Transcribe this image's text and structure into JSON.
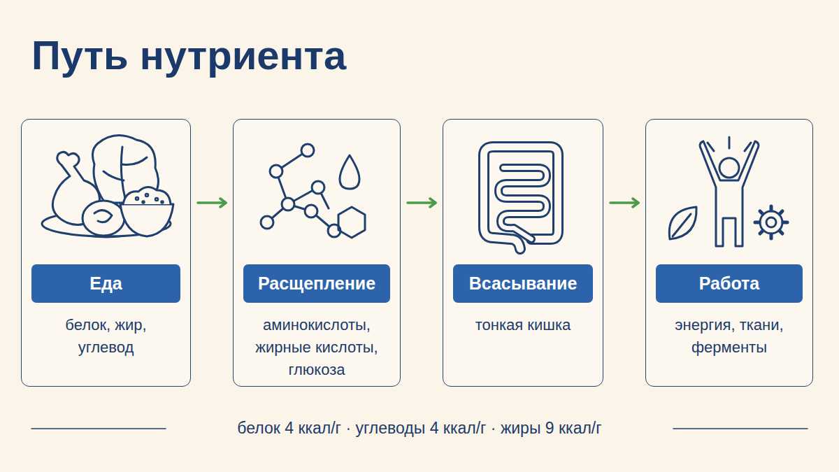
{
  "diagram": {
    "title": "Путь нутриента",
    "nodes": [
      {
        "text": [
          "Еда",
          "белок, жир, углевод"
        ]
      },
      {
        "text": [
          "Расщепление",
          "аминокислоты, жирные кислоты, глюкоза"
        ]
      },
      {
        "text": [
          "Всасывание",
          "тонкая кишка"
        ]
      },
      {
        "text": [
          "Работа",
          "энергия, ткани, ферменты"
        ]
      }
    ],
    "edges": [
      {
        "from": 0,
        "to": 1,
        "arrow": "to"
      },
      {
        "from": 1,
        "to": 2,
        "arrow": "to"
      },
      {
        "from": 2,
        "to": 3,
        "arrow": "to"
      }
    ],
    "labels": [
      "белок 4 ккал/г · углеводы 4 ккал/г · жиры 9 ккал/г"
    ]
  }
}
